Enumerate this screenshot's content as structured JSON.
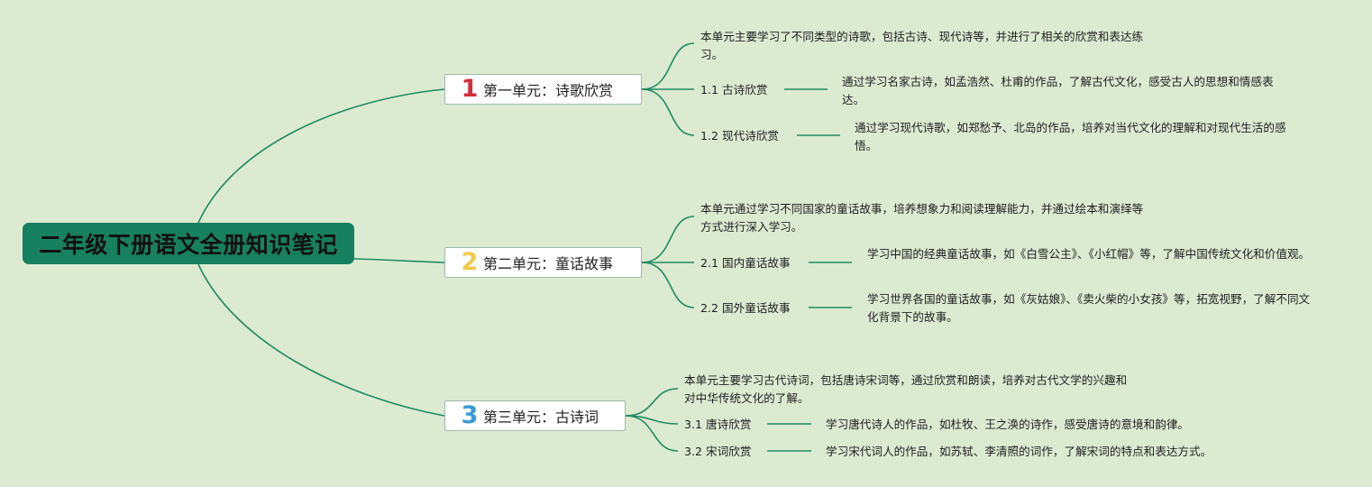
{
  "colors": {
    "background": "#dcead2",
    "root_fill": "#17805f",
    "connector": "#1f8a5e",
    "unit1_number": "#d42f3a",
    "unit2_number": "#f2c94c",
    "unit3_number": "#3a9ad9"
  },
  "root": {
    "title": "二年级下册语文全册知识笔记"
  },
  "units": [
    {
      "number": "1",
      "title": "第一单元：诗歌欣赏",
      "summary": "本单元主要学习了不同类型的诗歌，包括古诗、现代诗等，并进行了相关的欣赏和表达练习。",
      "items": [
        {
          "label": "1.1 古诗欣赏",
          "detail": "通过学习名家古诗，如孟浩然、杜甫的作品，了解古代文化，感受古人的思想和情感表达。"
        },
        {
          "label": "1.2 现代诗欣赏",
          "detail": "通过学习现代诗歌，如郑愁予、北岛的作品，培养对当代文化的理解和对现代生活的感悟。"
        }
      ]
    },
    {
      "number": "2",
      "title": "第二单元：童话故事",
      "summary": "本单元通过学习不同国家的童话故事，培养想象力和阅读理解能力，并通过绘本和演绎等方式进行深入学习。",
      "items": [
        {
          "label": "2.1 国内童话故事",
          "detail": "学习中国的经典童话故事，如《白雪公主》、《小红帽》等，了解中国传统文化和价值观。"
        },
        {
          "label": "2.2 国外童话故事",
          "detail": "学习世界各国的童话故事，如《灰姑娘》、《卖火柴的小女孩》等，拓宽视野，了解不同文化背景下的故事。"
        }
      ]
    },
    {
      "number": "3",
      "title": "第三单元：古诗词",
      "summary": "本单元主要学习古代诗词，包括唐诗宋词等，通过欣赏和朗读，培养对古代文学的兴趣和对中华传统文化的了解。",
      "items": [
        {
          "label": "3.1 唐诗欣赏",
          "detail": "学习唐代诗人的作品，如杜牧、王之涣的诗作，感受唐诗的意境和韵律。"
        },
        {
          "label": "3.2 宋词欣赏",
          "detail": "学习宋代词人的作品，如苏轼、李清照的词作，了解宋词的特点和表达方式。"
        }
      ]
    }
  ]
}
